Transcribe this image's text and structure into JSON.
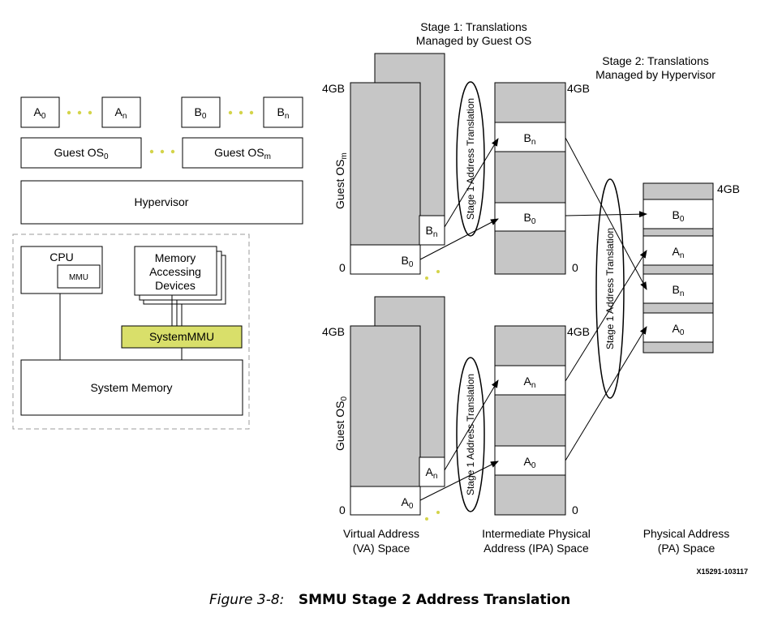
{
  "left_stack": {
    "guests_a": {
      "first": {
        "base": "A",
        "sub": "0"
      },
      "last": {
        "base": "A",
        "sub": "n"
      }
    },
    "guests_b": {
      "first": {
        "base": "B",
        "sub": "0"
      },
      "last": {
        "base": "B",
        "sub": "n"
      }
    },
    "guest_os_first": {
      "base": "Guest OS",
      "sub": "0"
    },
    "guest_os_last": {
      "base": "Guest OS",
      "sub": "m"
    },
    "hypervisor": "Hypervisor",
    "cpu": "CPU",
    "mmu": "MMU",
    "memory_devices": [
      "Memory",
      "Accessing",
      "Devices"
    ],
    "system_mmu": "SystemMMU",
    "system_memory": "System Memory"
  },
  "right_diagram": {
    "stage1_header": [
      "Stage 1: Translations",
      "Managed by Guest OS"
    ],
    "stage2_header": [
      "Stage 2: Translations",
      "Managed by Hypervisor"
    ],
    "top_4gb": "4GB",
    "bottom_0": "0",
    "va_top": {
      "guest_label": {
        "base": "Guest OS",
        "sub": "m"
      },
      "blocks": [
        {
          "base": "B",
          "sub": "n"
        },
        {
          "base": "B",
          "sub": "0"
        }
      ]
    },
    "va_bottom": {
      "guest_label": {
        "base": "Guest OS",
        "sub": "0"
      },
      "blocks": [
        {
          "base": "A",
          "sub": "n"
        },
        {
          "base": "A",
          "sub": "0"
        }
      ]
    },
    "stage1_ellipse_label": "Stage 1 Address Translation",
    "stage2_ellipse_label": "Stage 1 Address Translation",
    "ipa_top_blocks": [
      {
        "base": "B",
        "sub": "n"
      },
      {
        "base": "B",
        "sub": "0"
      }
    ],
    "ipa_bottom_blocks": [
      {
        "base": "A",
        "sub": "n"
      },
      {
        "base": "A",
        "sub": "0"
      }
    ],
    "pa_blocks": [
      {
        "base": "B",
        "sub": "0"
      },
      {
        "base": "A",
        "sub": "n"
      },
      {
        "base": "B",
        "sub": "n"
      },
      {
        "base": "A",
        "sub": "0"
      }
    ],
    "space_labels": {
      "va": [
        "Virtual Address",
        "(VA) Space"
      ],
      "ipa": [
        "Intermediate Physical",
        "Address (IPA) Space"
      ],
      "pa": [
        "Physical Address",
        "(PA) Space"
      ]
    },
    "figure_id": "X15291-103117"
  },
  "caption": {
    "number": "Figure 3-8:",
    "title": "SMMU Stage 2 Address Translation"
  },
  "colors": {
    "block_fill": "#c6c6c6",
    "system_mmu_fill": "#d9df6a",
    "dots": "#d4d44a",
    "border_dashed": "#9b9b9b"
  }
}
